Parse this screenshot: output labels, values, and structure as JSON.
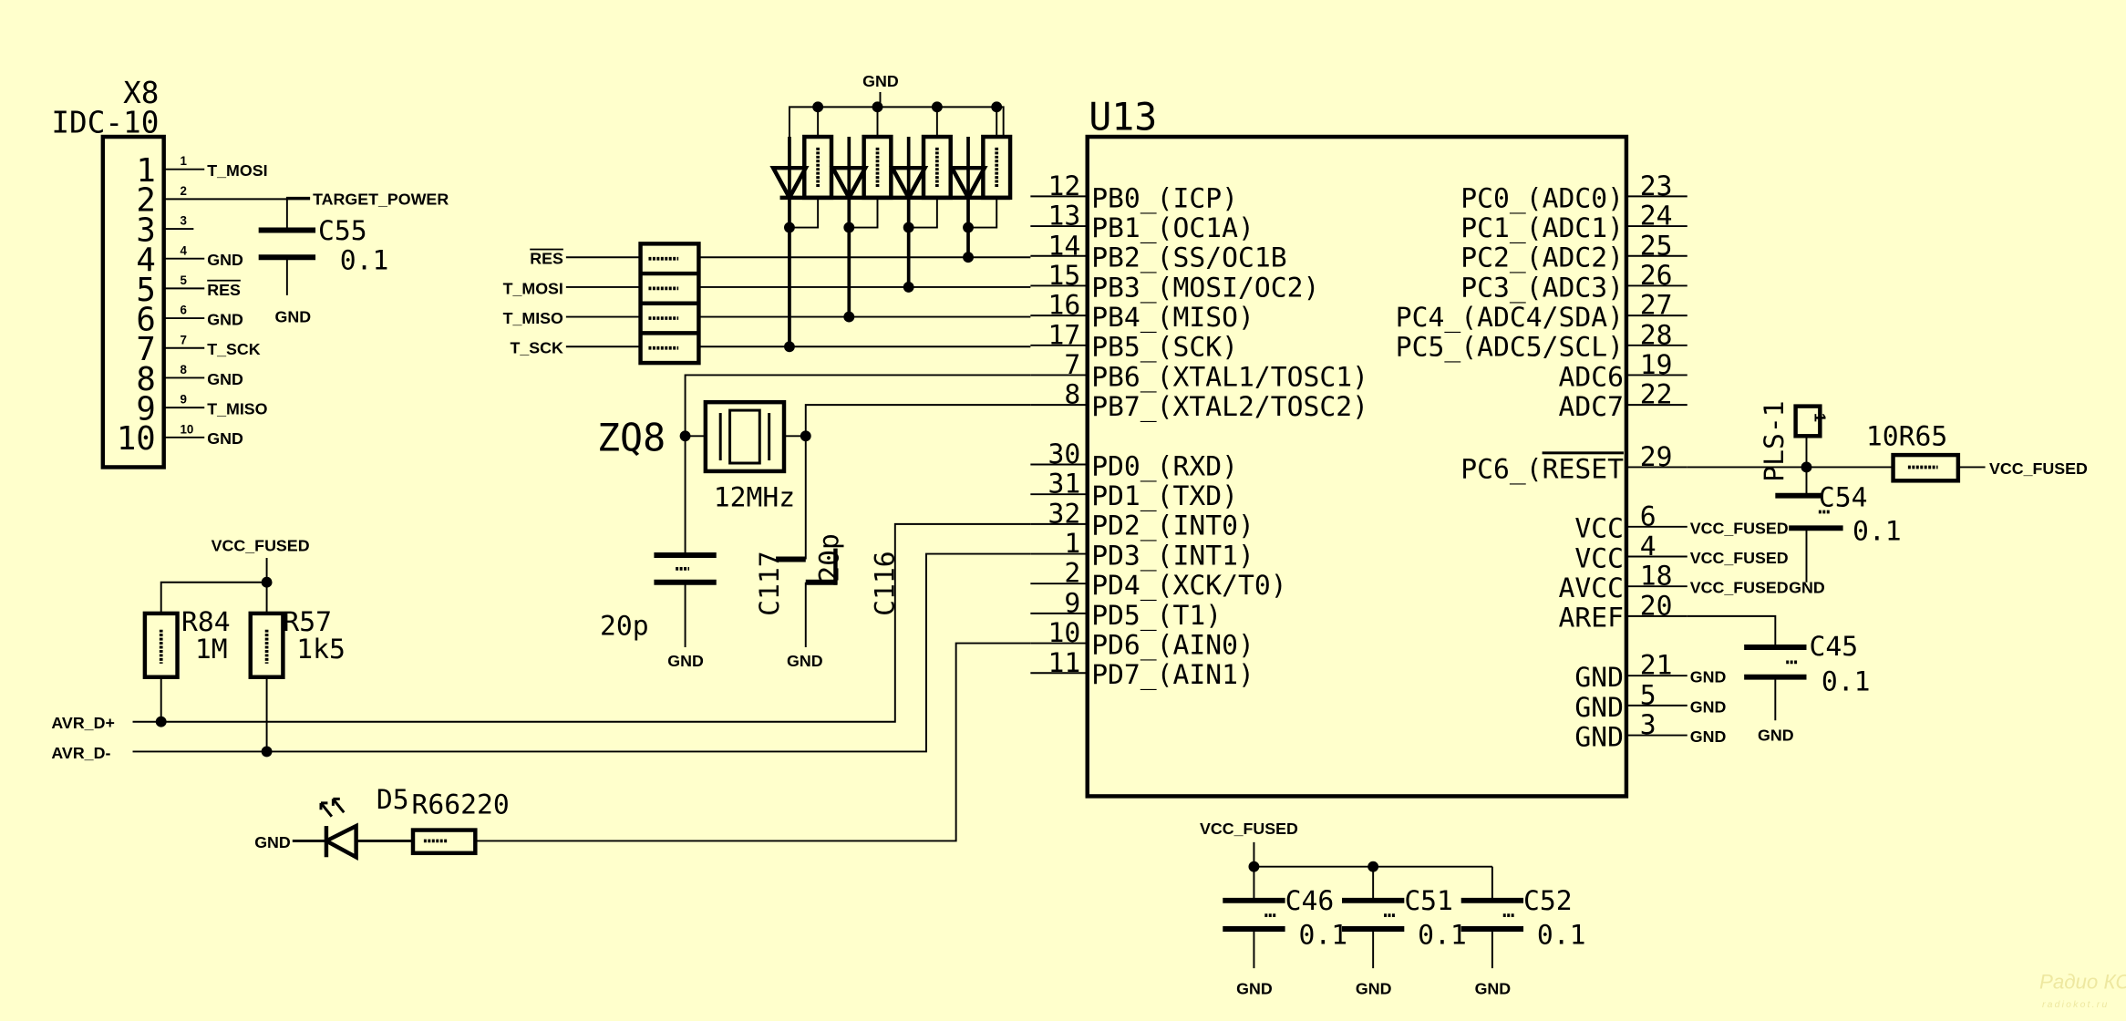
{
  "colors": {
    "background": "#FFFFCC",
    "ink": "#000000",
    "watermark": "#EEE8A0"
  },
  "connector": {
    "ref": "X8",
    "type": "IDC-10",
    "pins": [
      {
        "n": "1",
        "net": "T_MOSI"
      },
      {
        "n": "2",
        "net": "TARGET_POWER"
      },
      {
        "n": "3",
        "net": ""
      },
      {
        "n": "4",
        "net": "GND"
      },
      {
        "n": "5",
        "net": "RES",
        "overline": true
      },
      {
        "n": "6",
        "net": "GND"
      },
      {
        "n": "7",
        "net": "T_SCK"
      },
      {
        "n": "8",
        "net": "GND"
      },
      {
        "n": "9",
        "net": "T_MISO"
      },
      {
        "n": "10",
        "net": "GND"
      }
    ]
  },
  "c55": {
    "ref": "C55",
    "value": "0.1",
    "gnd": "GND"
  },
  "resistor_array": {
    "nets": [
      "RES",
      "T_MOSI",
      "T_MISO",
      "T_SCK"
    ]
  },
  "diode_array": {
    "gnd": "GND"
  },
  "mcu": {
    "ref": "U13",
    "left_pins": [
      {
        "num": "12",
        "name": "PB0_(ICP)"
      },
      {
        "num": "13",
        "name": "PB1_(OC1A)"
      },
      {
        "num": "14",
        "name": "PB2_(SS/OC1B"
      },
      {
        "num": "15",
        "name": "PB3_(MOSI/OC2)"
      },
      {
        "num": "16",
        "name": "PB4_(MISO)"
      },
      {
        "num": "17",
        "name": "PB5_(SCK)"
      },
      {
        "num": "7",
        "name": "PB6_(XTAL1/TOSC1)"
      },
      {
        "num": "8",
        "name": "PB7_(XTAL2/TOSC2)"
      },
      {
        "num": "30",
        "name": "PD0_(RXD)"
      },
      {
        "num": "31",
        "name": "PD1_(TXD)"
      },
      {
        "num": "32",
        "name": "PD2_(INT0)"
      },
      {
        "num": "1",
        "name": "PD3_(INT1)"
      },
      {
        "num": "2",
        "name": "PD4_(XCK/T0)"
      },
      {
        "num": "9",
        "name": "PD5_(T1)"
      },
      {
        "num": "10",
        "name": "PD6_(AIN0)"
      },
      {
        "num": "11",
        "name": "PD7_(AIN1)"
      }
    ],
    "right_pins": [
      {
        "num": "23",
        "name": "PC0_(ADC0)",
        "net": ""
      },
      {
        "num": "24",
        "name": "PC1_(ADC1)",
        "net": ""
      },
      {
        "num": "25",
        "name": "PC2_(ADC2)",
        "net": ""
      },
      {
        "num": "26",
        "name": "PC3_(ADC3)",
        "net": ""
      },
      {
        "num": "27",
        "name": "PC4_(ADC4/SDA)",
        "net": ""
      },
      {
        "num": "28",
        "name": "PC5_(ADC5/SCL)",
        "net": ""
      },
      {
        "num": "19",
        "name": "ADC6",
        "net": ""
      },
      {
        "num": "22",
        "name": "ADC7",
        "net": ""
      },
      {
        "num": "29",
        "name": "PC6_(",
        "name_overline": "RESET",
        "net": ""
      },
      {
        "num": "6",
        "name": "VCC",
        "net": "VCC_FUSED"
      },
      {
        "num": "4",
        "name": "VCC",
        "net": "VCC_FUSED"
      },
      {
        "num": "18",
        "name": "AVCC",
        "net": "VCC_FUSED"
      },
      {
        "num": "20",
        "name": "AREF",
        "net": ""
      },
      {
        "num": "21",
        "name": "GND",
        "net": "GND"
      },
      {
        "num": "5",
        "name": "GND",
        "net": "GND"
      },
      {
        "num": "3",
        "name": "GND",
        "net": "GND"
      }
    ]
  },
  "crystal": {
    "ref": "ZQ8",
    "value": "12MHz"
  },
  "c_xtal1": {
    "value": "20p",
    "gnd": "GND"
  },
  "c117": {
    "ref": "C117",
    "value": "20p",
    "gnd": "GND"
  },
  "c116": {
    "ref": "C116"
  },
  "reset": {
    "jumper_ref": "PLS-1",
    "jumper_pin": "1",
    "r_label": "10R65",
    "net": "VCC_FUSED",
    "c_ref": "C54",
    "c_value": "0.1",
    "gnd": "GND"
  },
  "c45": {
    "ref": "C45",
    "value": "0.1",
    "gnd": "GND"
  },
  "usb": {
    "vcc": "VCC_FUSED",
    "r84": {
      "ref": "R84",
      "value": "1M"
    },
    "r57": {
      "ref": "R57",
      "value": "1k5"
    },
    "d_plus": "AVR_D+",
    "d_minus": "AVR_D-"
  },
  "led": {
    "gnd": "GND",
    "ref": "D5",
    "r_label": "R66220"
  },
  "decoupling": {
    "vcc": "VCC_FUSED",
    "caps": [
      {
        "ref": "C46",
        "value": "0.1",
        "gnd": "GND"
      },
      {
        "ref": "C51",
        "value": "0.1",
        "gnd": "GND"
      },
      {
        "ref": "C52",
        "value": "0.1",
        "gnd": "GND"
      }
    ]
  },
  "watermark": {
    "title": "Радио КОТ",
    "url": "radiokot.ru"
  }
}
